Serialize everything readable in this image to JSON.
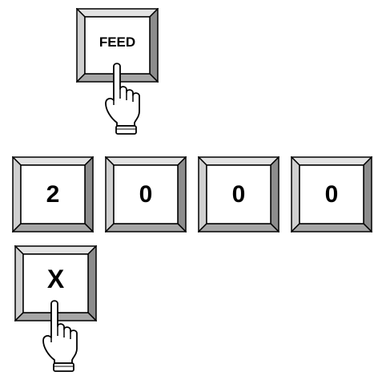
{
  "step1": {
    "key": {
      "label": "FEED",
      "icon": "feed-key"
    }
  },
  "step2": {
    "keys": [
      {
        "label": "2"
      },
      {
        "label": "0"
      },
      {
        "label": "0"
      },
      {
        "label": "0"
      }
    ]
  },
  "step3": {
    "key": {
      "label": "X",
      "icon": "x-key"
    }
  },
  "icons": [
    "pointing-hand-icon"
  ],
  "colors": {
    "key_face": "#ffffff",
    "bevel_light": "#e2e2e2",
    "bevel_dark": "#8c8c8c",
    "outline": "#000000"
  }
}
